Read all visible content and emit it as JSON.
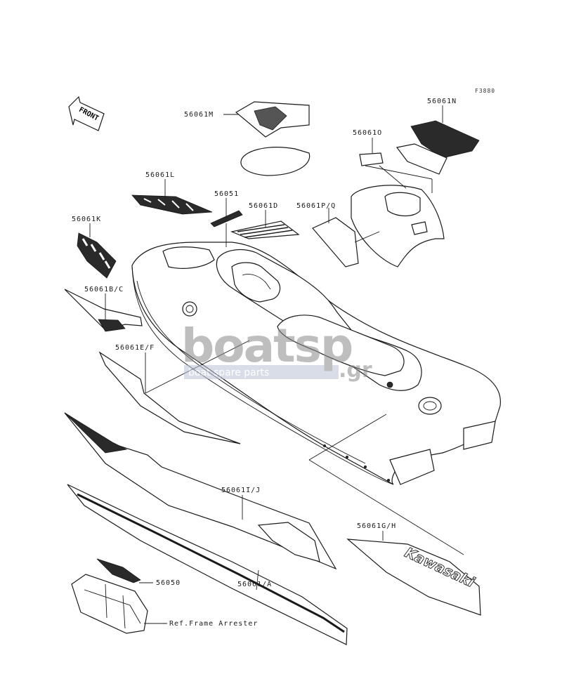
{
  "figure_code": "F3880",
  "front_label": "FRONT",
  "callouts": {
    "c56061M": "56061M",
    "c56061N": "56061N",
    "c56061O": "56061O",
    "c56061L": "56061L",
    "c56051": "56051",
    "c56061D": "56061D",
    "c56061PQ": "56061P/Q",
    "c56061K": "56061K",
    "c56061BC": "56061B/C",
    "c56061EF": "56061E/F",
    "c56061IJ": "56061I/J",
    "c56061GH": "56061G/H",
    "c56061A": "56061/A",
    "c56050": "56050",
    "ref_arrester": "Ref.Frame Arrester"
  },
  "decal_text": "Kawasaki",
  "watermark": {
    "brand": "boatsp",
    "suffix": ".gr",
    "tagline": "boat spare parts"
  }
}
